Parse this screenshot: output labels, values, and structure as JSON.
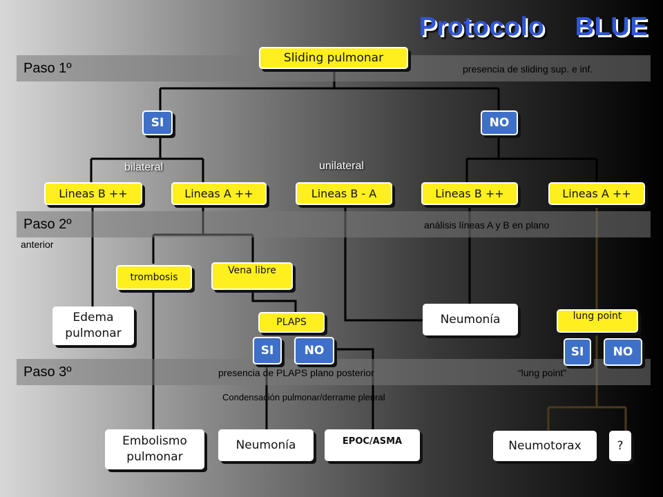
{
  "title": "Protocolo    BLUE",
  "steps": [
    {
      "label": "Paso 1º",
      "description": "presencia de sliding sup. e inf."
    },
    {
      "label": "Paso 2º",
      "description": "análisis líneas  A y B en plano",
      "description_cont": "anterior"
    },
    {
      "label": "Paso 3º",
      "description": "presencia de PLAPS plano posterior",
      "description_2": "“lung point”"
    }
  ],
  "nodes": {
    "sliding": "Sliding pulmonar",
    "si_1": "SI",
    "no_1": "NO",
    "bilateral": "bilateral",
    "unilateral": "unilateral",
    "lineas_b_1": "Lineas B  ++",
    "lineas_a_1": "Lineas A ++",
    "lineas_b_a": "Lineas B - A",
    "lineas_b_2": "Lineas B  ++",
    "lineas_a_2": "Lineas A ++",
    "trombosis": "trombosis",
    "vena_libre": "Vena libre",
    "edema": "Edema pulmonar",
    "plaps": "PLAPS",
    "si_2": "SI",
    "no_2": "NO",
    "neumonia_1": "Neumonía",
    "lung_point": "lung point",
    "si_3": "SI",
    "no_3": "NO",
    "condensacion": "Condensación pulmonar/derrame pleural",
    "embolismo": "Embolismo pulmonar",
    "neumonia_2": "Neumonía",
    "epoc": "EPOC/ASMA",
    "neumotorax": "Neumotorax",
    "unknown": "?"
  },
  "colors": {
    "title": "#2f55d8",
    "yellow_box": "#ffef1f",
    "blue_box": "#3f70c8",
    "lung_point_line": "#4a3a20"
  }
}
